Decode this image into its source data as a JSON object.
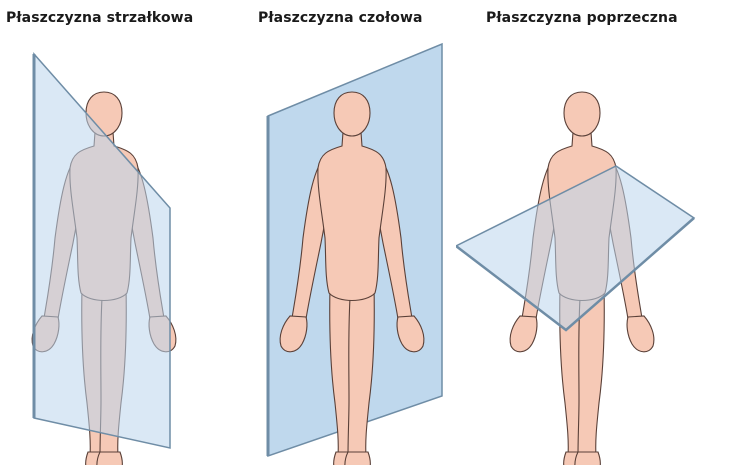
{
  "panels": [
    {
      "title": "Płaszczyzna strzałkowa"
    },
    {
      "title": "Płaszczyzna czołowa"
    },
    {
      "title": "Płaszczyzna poprzeczna"
    }
  ],
  "colors": {
    "skin": "#f6c9b6",
    "skin_outline": "#5a4038",
    "plane_fill": "#bcd6ec",
    "plane_edge": "#6f8da6",
    "tinted_body": "#c4d3dc"
  }
}
